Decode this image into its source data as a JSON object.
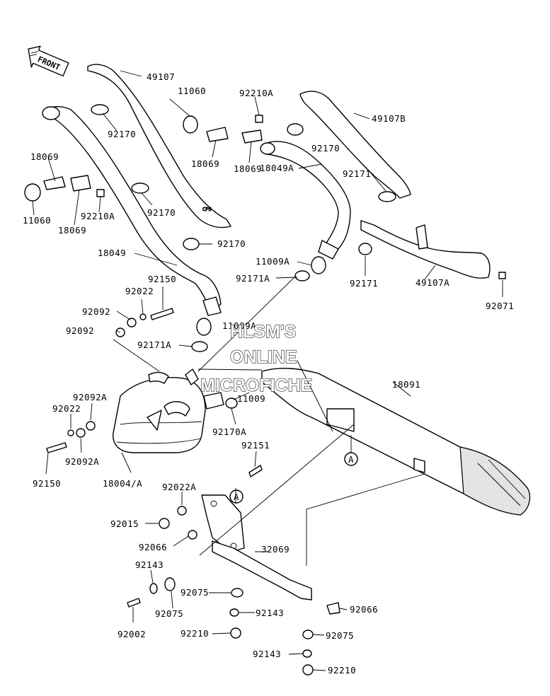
{
  "diagram": {
    "front_arrow_label": "FRONT",
    "watermark": {
      "line1": "HLSM'S",
      "line2": "ONLINE",
      "line3": "MICROFICHE"
    },
    "reference_mark": "A",
    "labels": {
      "p49107": "49107",
      "p11060_top": "11060",
      "p92210A_top": "92210A",
      "p49107B": "49107B",
      "p92170_a": "92170",
      "p18069_a": "18069",
      "p18069_b": "18069",
      "p92170_b": "92170",
      "p18069_left": "18069",
      "p92171": "92171",
      "p18049A": "18049A",
      "p11060_left": "11060",
      "p18069_left2": "18069",
      "p92210A_left": "92210A",
      "p92170_c": "92170",
      "p92170_d": "92170",
      "p11009A_r": "11009A",
      "p18049": "18049",
      "p92171A_r": "92171A",
      "p92171_r": "92171",
      "p49107A": "49107A",
      "p92150_top": "92150",
      "p92022_top": "92022",
      "p92071": "92071",
      "p92092_a": "92092",
      "p11009A_l": "11009A",
      "p92092_b": "92092",
      "p92171A_l": "92171A",
      "p18091": "18091",
      "p92092A_a": "92092A",
      "p11009": "11009",
      "p92022_l": "92022",
      "p92170A": "92170A",
      "p92151": "92151",
      "p92092A_b": "92092A",
      "p92150_l": "92150",
      "p18004A": "18004/A",
      "p92022A": "92022A",
      "p92015": "92015",
      "p92066_a": "92066",
      "p32069": "32069",
      "p92143_a": "92143",
      "p92075_a": "92075",
      "p92075_b": "92075",
      "p92143_b": "92143",
      "p92066_b": "92066",
      "p92002": "92002",
      "p92210_a": "92210",
      "p92075_c": "92075",
      "p92143_c": "92143",
      "p92210_b": "92210"
    }
  }
}
